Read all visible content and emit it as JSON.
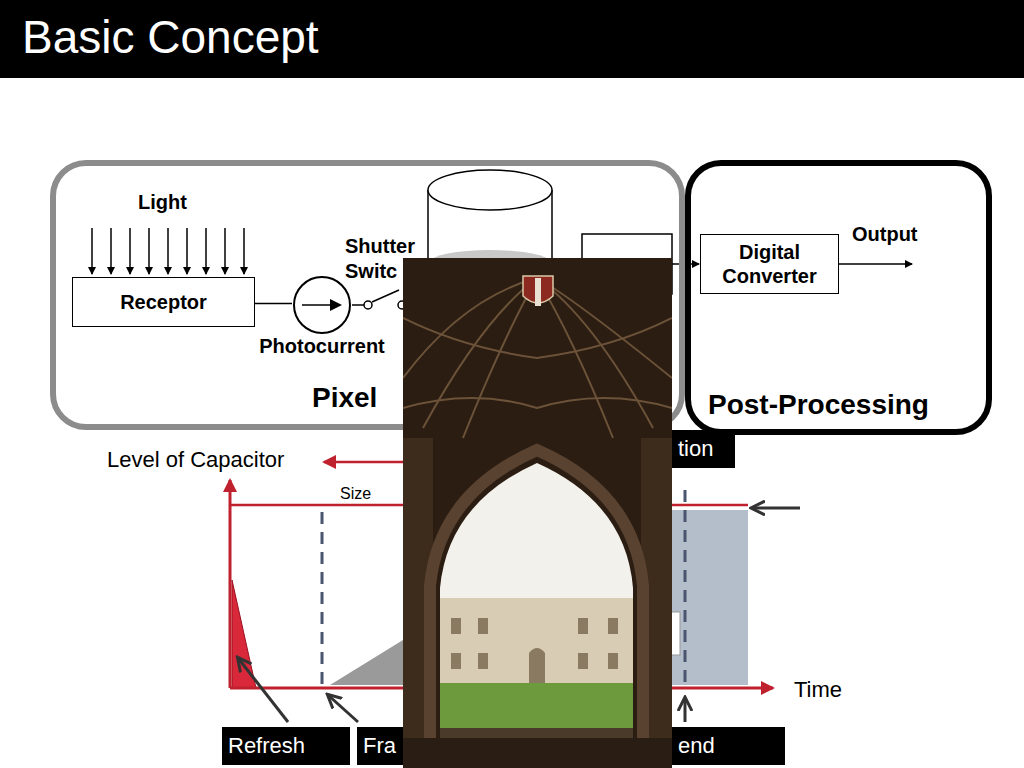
{
  "diagram": {
    "title": "Basic Concept",
    "nodes": [
      {
        "text": [
          "Pixel"
        ]
      },
      {
        "text": [
          "Post-Processing"
        ]
      },
      {
        "text": [
          "Receptor"
        ],
        "in": 0
      },
      {
        "text": [
          "Photocurrent"
        ],
        "in": 0
      },
      {
        "text": [
          "Digital Converter"
        ],
        "in": 1
      },
      {
        "text": [
          "tion"
        ]
      },
      {
        "text": [
          "Refresh"
        ]
      },
      {
        "text": [
          "Fra"
        ]
      },
      {
        "text": [
          "end"
        ]
      }
    ],
    "edges": [
      {
        "from": 2,
        "to": 3,
        "arrow": "none"
      }
    ],
    "labels": [
      "Light",
      "Shutter Switc",
      "Output",
      "Level of Capacitor",
      "Size",
      "Time"
    ]
  }
}
